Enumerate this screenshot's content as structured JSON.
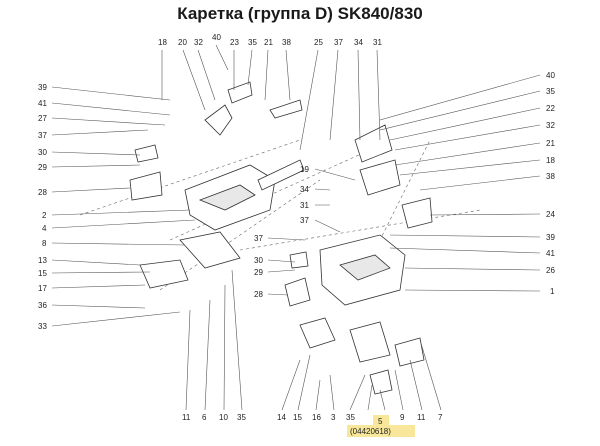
{
  "title": "Каретка (группа D) SK840/830",
  "highlight": {
    "number": "5",
    "code": "(04420618)",
    "color": "#f8e79a"
  },
  "top_labels": [
    "18",
    "20",
    "32",
    "40",
    "23",
    "35",
    "21",
    "38",
    "25",
    "37",
    "34",
    "31"
  ],
  "left_labels": [
    "39",
    "41",
    "27",
    "37",
    "30",
    "29",
    "28",
    "2",
    "4",
    "8",
    "13",
    "15",
    "17",
    "36",
    "33"
  ],
  "right_labels": [
    "40",
    "35",
    "22",
    "32",
    "21",
    "18",
    "38",
    "24",
    "39",
    "41",
    "26",
    "1"
  ],
  "mid_left_labels": [
    "19",
    "34",
    "31",
    "37",
    "37",
    "30",
    "29",
    "28"
  ],
  "bottom_labels": [
    "11",
    "6",
    "10",
    "35",
    "14",
    "15",
    "16",
    "3",
    "35",
    "5",
    "9",
    "11",
    "7"
  ]
}
